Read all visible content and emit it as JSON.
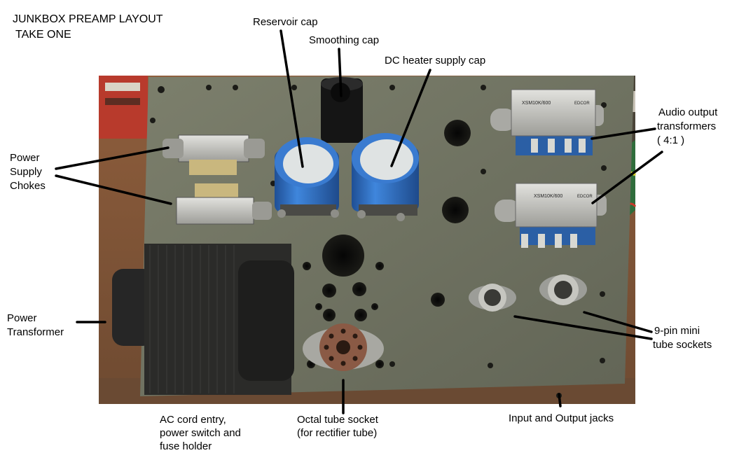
{
  "title": {
    "line1": "JUNKBOX PREAMP LAYOUT",
    "line2": "TAKE ONE"
  },
  "labels": {
    "reservoir_cap": "Reservoir cap",
    "smoothing_cap": "Smoothing cap",
    "dc_heater_cap": "DC heater supply cap",
    "chokes_1": "Power",
    "chokes_2": "Supply",
    "chokes_3": "Chokes",
    "transformer_1": "Power",
    "transformer_2": "Transformer",
    "audio_tx_1": "Audio output",
    "audio_tx_2": "transformers",
    "audio_tx_3": "( 4:1 )",
    "mini_sockets_1": "9-pin mini",
    "mini_sockets_2": "tube sockets",
    "ac_entry_1": "AC cord entry,",
    "ac_entry_2": "power switch and",
    "ac_entry_3": "fuse holder",
    "octal_1": "Octal tube socket",
    "octal_2": "(for rectifier tube)",
    "jacks": "Input and Output jacks"
  },
  "transformer_markings": {
    "model": "XSM10K/600",
    "brand": "EDCOR"
  },
  "colors": {
    "chassis": "#717462",
    "cap_blue": "#2f6fc0",
    "bench": "#8a5a3a"
  }
}
